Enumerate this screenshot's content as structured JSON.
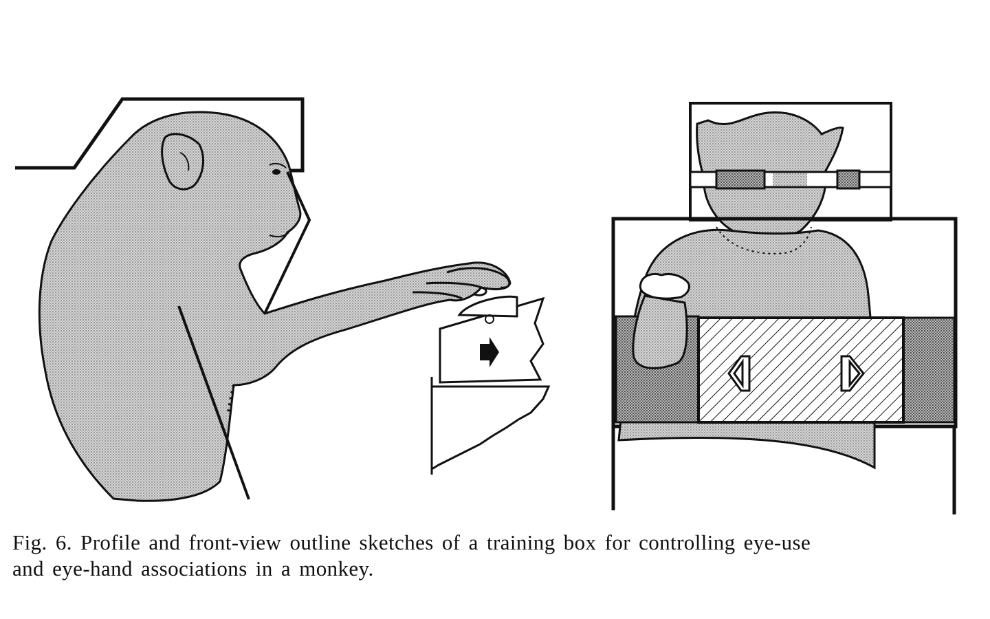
{
  "caption": {
    "line1": "Fig. 6. Profile and front-view outline sketches of a training box for controlling eye-use",
    "line2": "and eye-hand associations in a monkey."
  },
  "colors": {
    "ink": "#111111",
    "paper": "#ffffff",
    "stipple": "#bdbdbd",
    "stipple_dark": "#8e8e8e"
  },
  "icons": {
    "profile_sketch": "monkey-profile-illustration",
    "front_sketch": "monkey-front-illustration",
    "stimulus_left": "arrow-right-icon",
    "stimulus_front_left": "diamond-arrow-left-icon",
    "stimulus_front_right": "diamond-arrow-right-icon"
  }
}
